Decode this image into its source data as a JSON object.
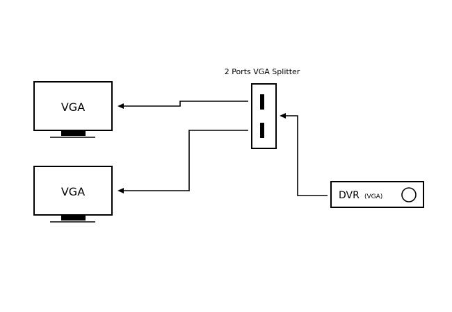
{
  "splitter": {
    "title": "2 Ports VGA Splitter",
    "port_count": 2
  },
  "monitors": [
    {
      "label": "VGA"
    },
    {
      "label": "VGA"
    }
  ],
  "dvr": {
    "label": "DVR",
    "sublabel": "(VGA)"
  },
  "colors": {
    "line": "#000000",
    "background": "#ffffff"
  },
  "icons": [
    "monitor-icon",
    "splitter-port-icon",
    "dvr-power-icon",
    "arrow-head-icon"
  ]
}
